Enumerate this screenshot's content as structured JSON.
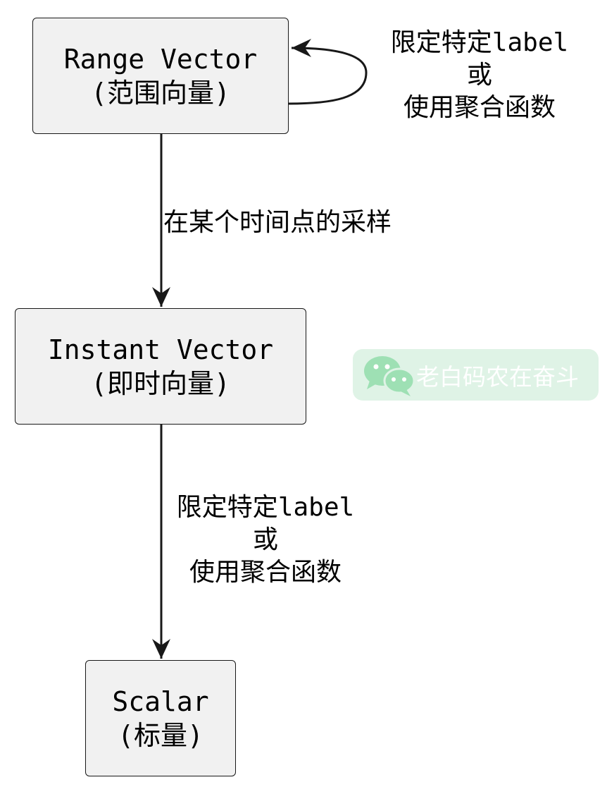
{
  "nodes": {
    "range": {
      "title": "Range Vector",
      "subtitle": "(范围向量)"
    },
    "instant": {
      "title": "Instant Vector",
      "subtitle": "(即时向量)"
    },
    "scalar": {
      "title": "Scalar",
      "subtitle": "(标量)"
    }
  },
  "edges": {
    "range_self": {
      "line1_prefix": "限定特定",
      "line1_mono": "label",
      "line2": "或",
      "line3": "使用聚合函数"
    },
    "range_to_instant": {
      "text": "在某个时间点的采样"
    },
    "instant_to_scalar": {
      "line1_prefix": "限定特定",
      "line1_mono": "label",
      "line2": "或",
      "line3": "使用聚合函数"
    }
  },
  "watermark": {
    "text": "老白码农在奋斗",
    "icon": "wechat-icon"
  },
  "colors": {
    "node_fill": "#f1f1f1",
    "node_border": "#181818",
    "edge": "#181818",
    "watermark_bg": "#dff3e6",
    "watermark_icon": "#9ee0b4"
  }
}
